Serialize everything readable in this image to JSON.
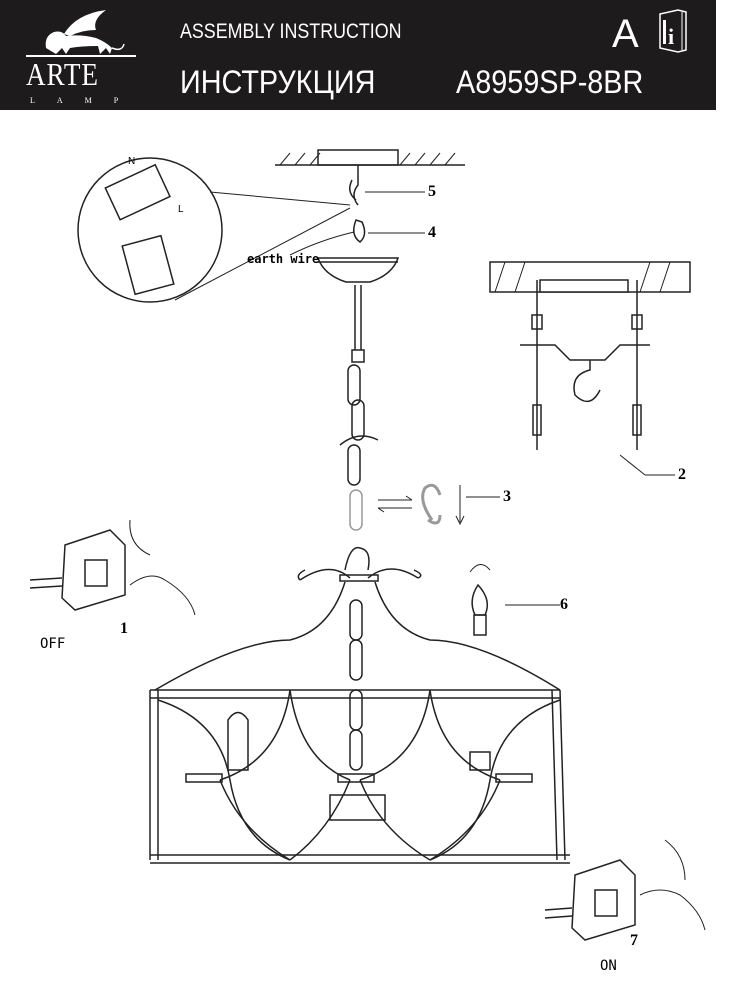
{
  "header": {
    "brand": "ARTE",
    "brand_sub": "LAMP",
    "title_en": "ASSEMBLY INSTRUCTION",
    "title_ru": "ИНСТРУКЦИЯ",
    "model": "A8959SP-8BR",
    "doc_letter": "A",
    "info_icon": "manual-book-info-icon"
  },
  "diagram": {
    "callouts": [
      "1",
      "2",
      "3",
      "4",
      "5",
      "6",
      "7"
    ],
    "earth_wire": "earth wire",
    "off_label": "OFF",
    "on_label": "ON",
    "wire_labels": {
      "n": "N",
      "l": "L"
    }
  }
}
